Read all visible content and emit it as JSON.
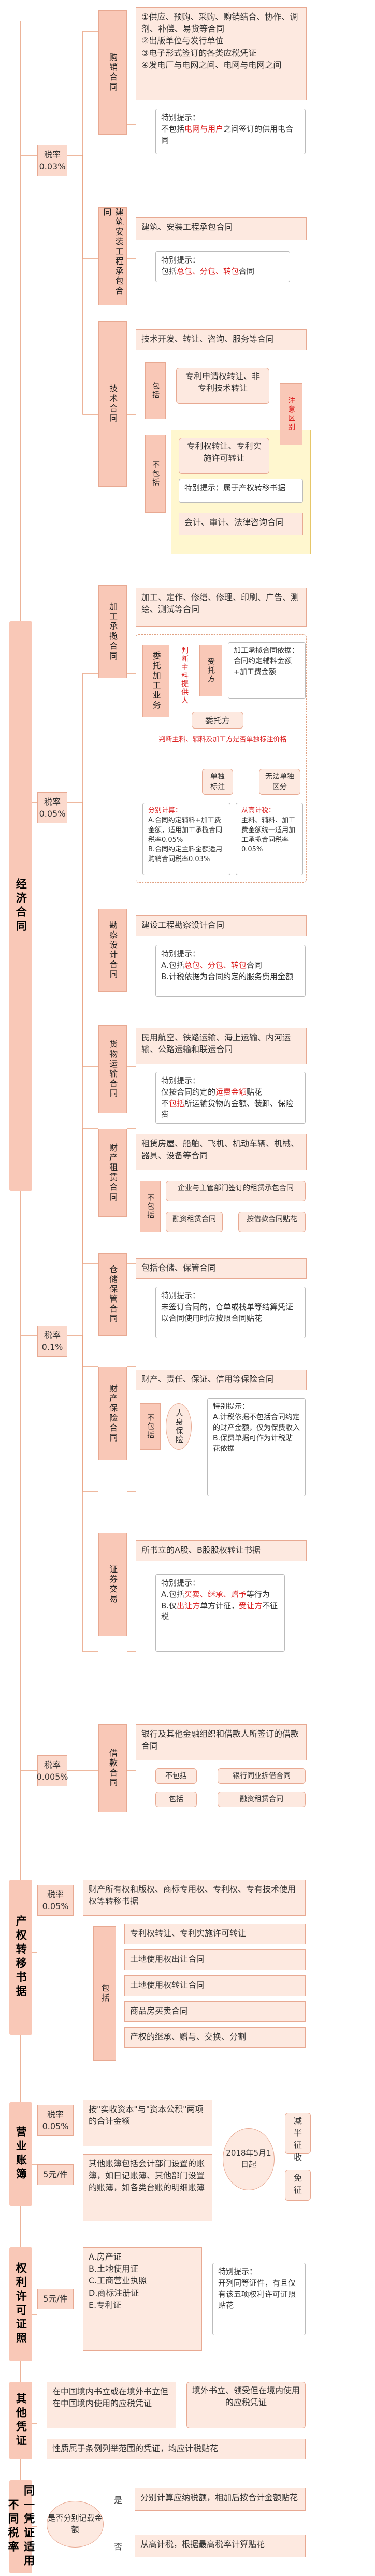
{
  "root": "经济合同",
  "rate_003": "税率 0.03%",
  "rate_005": "税率 0.05%",
  "rate_01": "税率 0.1%",
  "rate_0005": "税率 0.005%",
  "c1": {
    "label": "购销合同",
    "items": [
      "①供应、预购、采购、购销结合、协作、调剂、补偿、易货等合同",
      "②出版单位与发行单位",
      "③电子形式签订的各类应税凭证",
      "④发电厂与电网之间、电网与电网之间"
    ],
    "note_title": "特别提示：",
    "note_pre": "不包括",
    "note_red": "电网与用户",
    "note_post": "之间签订的供用电合同"
  },
  "c2": {
    "label": "建筑安装工程承包合同",
    "item": "建筑、安装工程承包合同",
    "note_title": "特别提示：",
    "note_pre": "包括",
    "note_red": "总包、分包、转包",
    "note_post": "合同"
  },
  "c3": {
    "label": "技术合同",
    "item": "技术开发、转让、咨询、服务等合同",
    "bao": "包括",
    "bao1": "专利申请权转让、非专利技术转让",
    "bu": "不包括",
    "bu1": "专利权转让、专利实施许可转让",
    "bu2": "特别提示：属于产权转移书据",
    "bu3": "会计、审计、法律咨询合同",
    "diff": "注意区别"
  },
  "c4": {
    "label": "加工承揽合同",
    "item": "加工、定作、修缮、修理、印刷、广告、测绘、测试等合同",
    "weituo": "委托加工业务",
    "q": "判断主料提供人",
    "a1": "受托方",
    "a1_desc": "加工承揽合同依据：合同约定辅料金额+加工费金额",
    "a2": "委托方",
    "split_q": "判断主料、辅料及加工方是否单独标注价格",
    "split_a1": "单独标注",
    "split_a2": "无法单独区分",
    "ex_title": "分别计算：",
    "ex_a": "A.合同约定辅料+加工费金额，适用加工承揽合同税率0.05%",
    "ex_b": "B.合同约定主料金额适用购销合同税率0.03%",
    "ex2_title": "从高计税：",
    "ex2": "主料、辅料、加工费金额统一适用加工承揽合同税率0.05%"
  },
  "c5": {
    "label": "勘察设计合同",
    "item": "建设工程勘察设计合同",
    "note_title": "特别提示：",
    "note_a_pre": "A.包括",
    "note_a_red": "总包、分包、转包",
    "note_a_post": "合同",
    "note_b": "B.计税依据为合同约定的服务费用金额"
  },
  "c6": {
    "label": "货物运输合同",
    "item": "民用航空、铁路运输、海上运输、内河运输、公路运输和联运合同",
    "note_title": "特别提示：",
    "note_1_pre": "仅按合同约定的",
    "note_1_red": "运费金额",
    "note_1_post": "贴花",
    "note_2_pre": "不",
    "note_2_red": "包括",
    "note_2_post": "所运输货物的金额、装卸、保险费"
  },
  "c7": {
    "label": "财产租赁合同",
    "item": "租赁房屋、船舶、飞机、机动车辆、机械、器具、设备等合同",
    "bu": "不包括",
    "bu1": "企业与主管部门签订的租赁承包合同",
    "bu2": "融资租赁合同",
    "arrow": "按借款合同贴花"
  },
  "c8": {
    "label": "仓储保管合同",
    "item": "包括仓储、保管合同",
    "note_title": "特别提示：",
    "note": "未签订合同的，仓单或栈单等结算凭证以合同使用时应按照合同贴花"
  },
  "c9": {
    "label": "财产保险合同",
    "item": "财产、责任、保证、信用等保险合同",
    "bu": "不包括",
    "bu1": "人身保险",
    "note_title": "特别提示：",
    "note_a": "A.计税依据不包括合同约定的财产金额，仅为保费收入",
    "note_b": "B.保费单据可作为计税贴花依据"
  },
  "c10": {
    "label": "证券交易",
    "item": "所书立的A股、B股股权转让书据",
    "note_title": "特别提示：",
    "note_a_pre": "A.包括",
    "note_a_red": "买卖、继承、赠予",
    "note_a_post": "等行为",
    "note_b_pre": "B.仅",
    "note_b_red": "出让方",
    "note_b_mid": "单方计征，",
    "note_b_red2": "受让方",
    "note_b_post": "不征税"
  },
  "c11": {
    "label": "借款合同",
    "item": "银行及其他金融组织和借款人所签订的借款合同",
    "bu": "不包括",
    "bu1": "银行同业拆借合同",
    "bao": "包括",
    "bao1": "融资租赁合同"
  },
  "s2": {
    "root": "产权转移书据",
    "rate": "税率 0.05%",
    "item": "财产所有权和版权、商标专用权、专利权、专有技术使用权等转移书据",
    "bao": "包括",
    "l1": "专利权转让、专利实施许可转让",
    "l2": "土地使用权出让合同",
    "l3": "土地使用权转让合同",
    "l4": "商品房买卖合同",
    "l5": "产权的继承、赠与、交换、分割"
  },
  "s3": {
    "root": "营业账簿",
    "rate_a": "税率 0.05%",
    "rate_b": "5元/件",
    "a": "按\"实收资本\"与\"资本公积\"两项的合计金额",
    "b": "其他账簿包括会计部门设置的账簿，如日记账簿、其他部门设置的账簿，如各类台账的明细账簿",
    "date": "2018年5月1日起",
    "half": "减半征收",
    "free": "免征"
  },
  "s4": {
    "root": "权利许可证照",
    "rate": "5元/件",
    "items": [
      "A.房产证",
      "B.土地使用证",
      "C.工商营业执照",
      "D.商标注册证",
      "E.专利证"
    ],
    "note_title": "特别提示：",
    "note": "开列同等证件，有且仅有该五项权利许可证照贴花"
  },
  "s5": {
    "root": "其他凭证",
    "item1": "在中国境内书立或在境外书立但在中国境内使用的应税凭证",
    "arrow1": "境外书立、领受但在境内使用的应税凭证",
    "item2": "性质属于条例列举范围的凭证，均应计税贴花"
  },
  "s6": {
    "root": "同一凭证适用不同税率",
    "q": "是否分别记载金额",
    "yes": "是",
    "no": "否",
    "yes_a": "分别计算应纳税额，相加后按合计金额贴花",
    "no_a": "从高计税，根据最高税率计算贴花"
  }
}
